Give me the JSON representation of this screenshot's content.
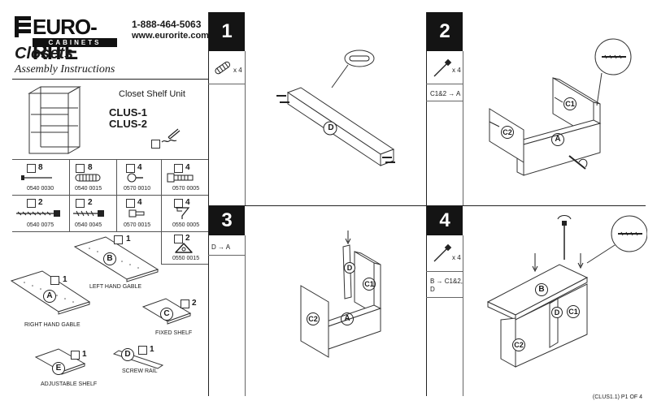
{
  "header": {
    "brand": "EURO-RITE",
    "brand_sub": "CABINETS",
    "phone": "1-888-464-5063",
    "website": "www.eurorite.com",
    "title": "Closets",
    "subtitle": "Assembly Instructions"
  },
  "product": {
    "name": "Closet Shelf Unit",
    "codes": [
      "CLUS-1",
      "CLUS-2"
    ]
  },
  "hardware": [
    {
      "qty": "8",
      "part": "0540 0030"
    },
    {
      "qty": "8",
      "part": "0540 0015"
    },
    {
      "qty": "4",
      "part": "0570 0010"
    },
    {
      "qty": "4",
      "part": "0570 0005"
    },
    {
      "qty": "2",
      "part": "0540 0075"
    },
    {
      "qty": "2",
      "part": "0540 0045"
    },
    {
      "qty": "4",
      "part": "0570 0015"
    },
    {
      "qty": "4",
      "part": "0550 0005"
    },
    {
      "qty": "2",
      "part": "0550 0015"
    }
  ],
  "panels": {
    "B": {
      "letter": "B",
      "qty": "1",
      "name": "LEFT HAND GABLE"
    },
    "A": {
      "letter": "A",
      "qty": "1",
      "name": "RIGHT HAND GABLE"
    },
    "C": {
      "letter": "C",
      "qty": "2",
      "name": "FIXED SHELF"
    },
    "E": {
      "letter": "E",
      "qty": "1",
      "name": "ADJUSTABLE SHELF"
    },
    "D": {
      "letter": "D",
      "qty": "1",
      "name": "SCREW RAIL"
    }
  },
  "steps": [
    {
      "number": "1",
      "hw_qty": "x 4",
      "instruction": ""
    },
    {
      "number": "2",
      "hw_qty": "x 4",
      "instruction": "C1&2 → A"
    },
    {
      "number": "3",
      "hw_qty": "",
      "instruction": "D → A"
    },
    {
      "number": "4",
      "hw_qty": "x 4",
      "instruction": "B → C1&2, D"
    }
  ],
  "diagram_labels": {
    "d": "D",
    "a": "A",
    "b": "B",
    "c1": "C1",
    "c2": "C2"
  },
  "footer": "(CLUS1.1) P1 OF 4"
}
